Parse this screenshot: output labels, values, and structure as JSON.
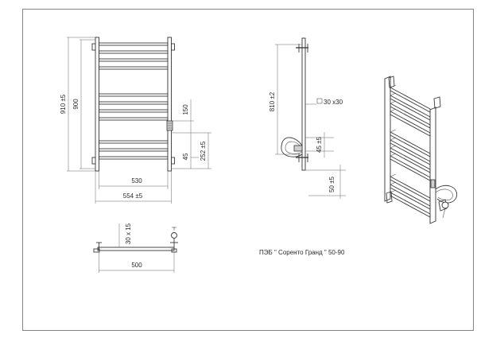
{
  "drawing": {
    "title": "ПЭБ \" Соренто Гранд \" 50-90"
  },
  "front_view": {
    "overall_height": "910 ±5",
    "height": "900",
    "inner_width": "530",
    "overall_width": "554 ±5",
    "dim_150": "150",
    "dim_45": "45",
    "dim_252": "252 ±5"
  },
  "side_view": {
    "height": "810 ±2",
    "profile": "30 x30",
    "dim_45": "45 ±5",
    "dim_50": "50 ±5"
  },
  "bottom_view": {
    "depth": "30 x 15",
    "width": "500"
  }
}
